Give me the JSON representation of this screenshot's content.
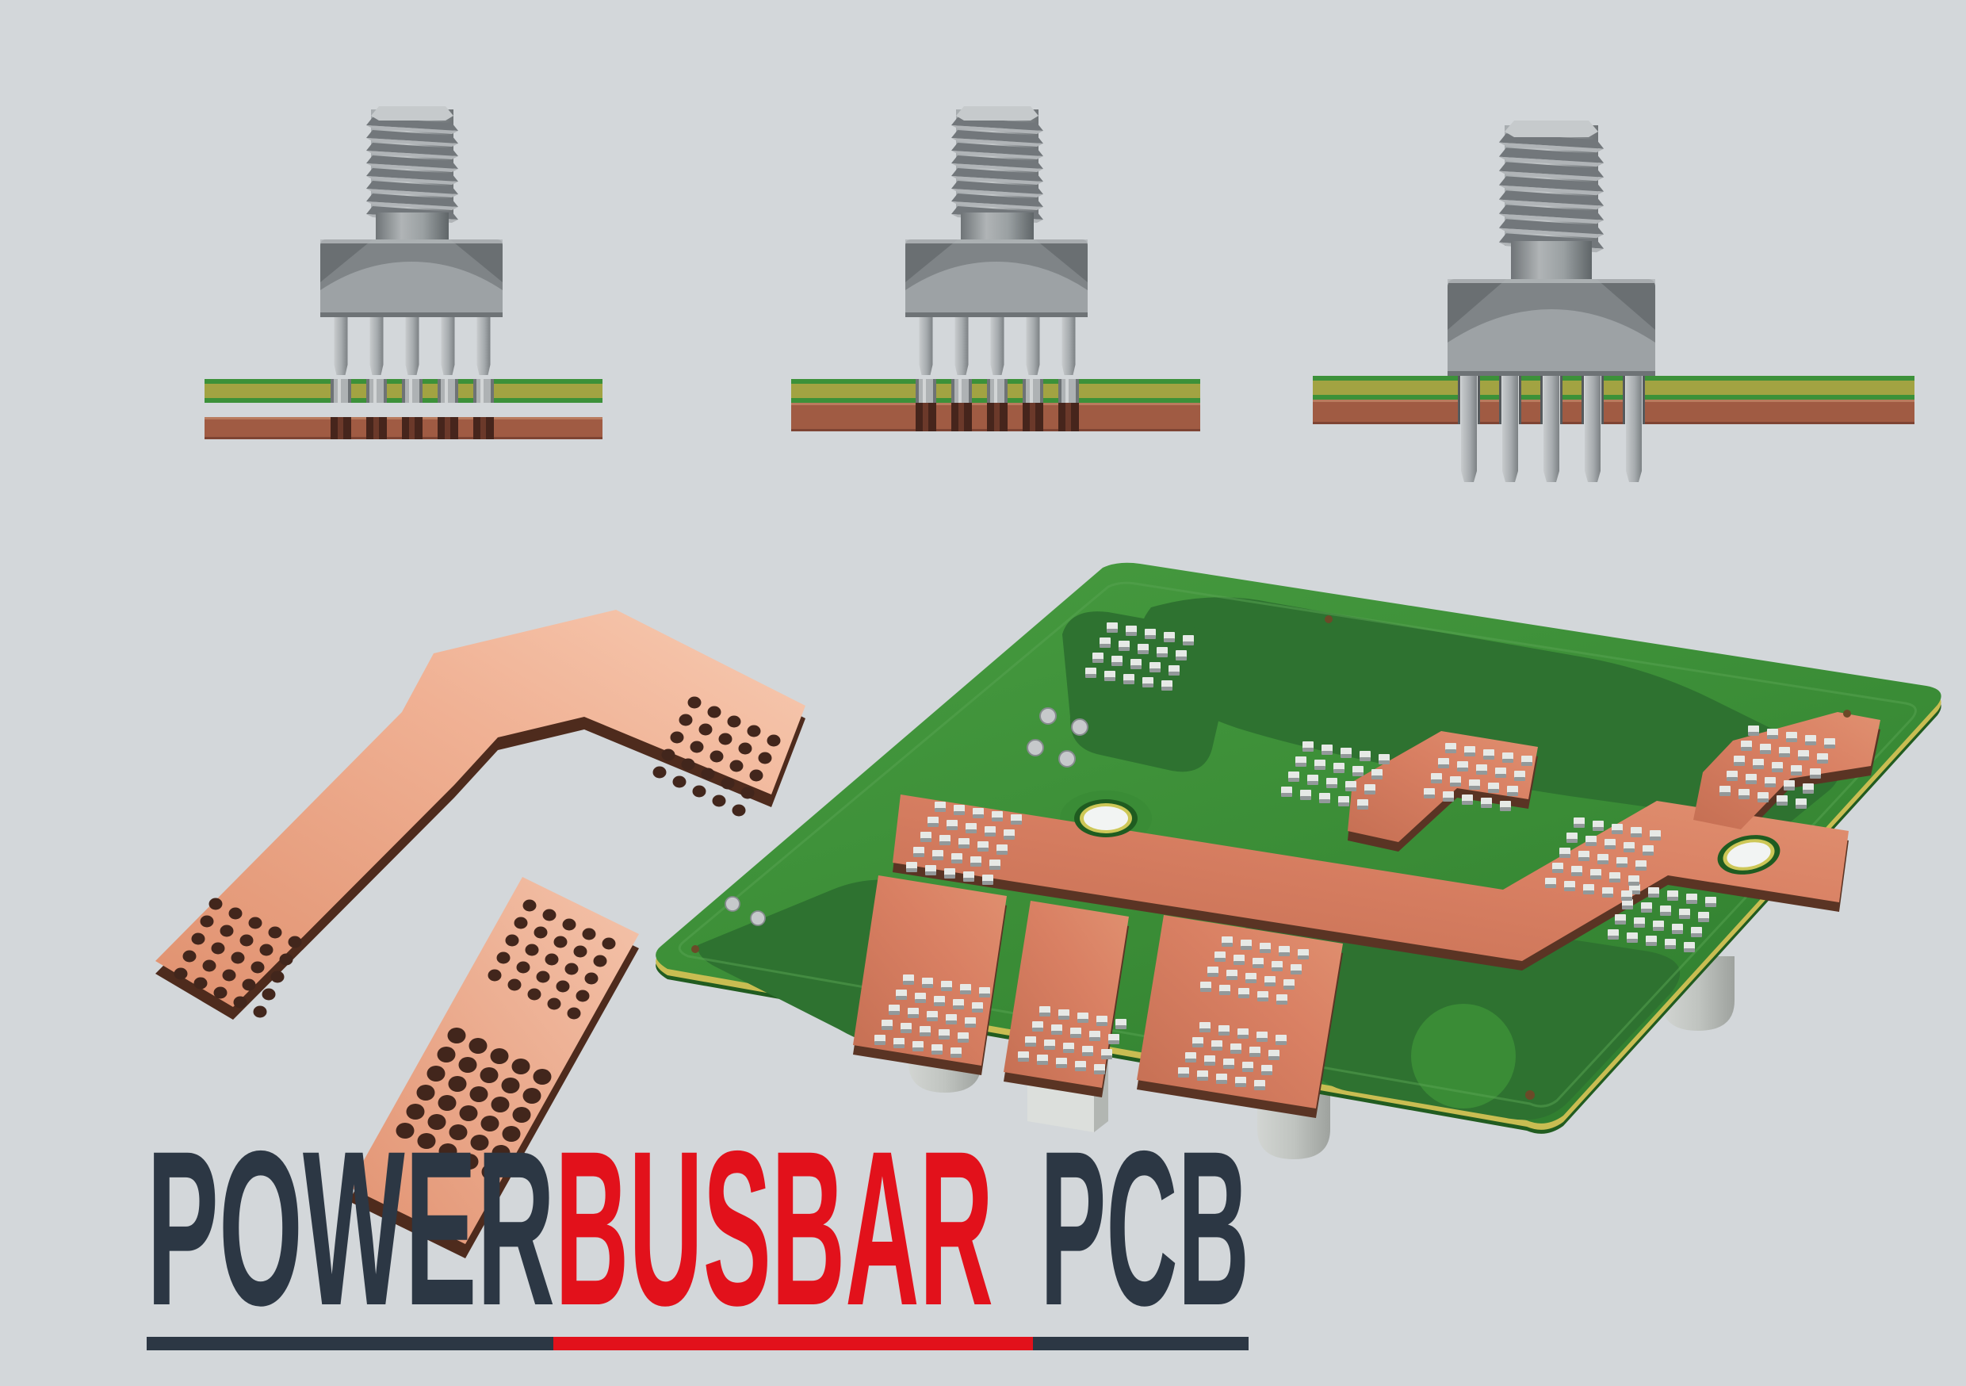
{
  "title": {
    "part1": "POWER",
    "part2": "BUSBAR",
    "part3": "PCB"
  },
  "colors": {
    "background": "#d3d7da",
    "title_navy": "#2c3744",
    "title_red": "#e2111b",
    "pcb_green": "#3a8c36",
    "pcb_green_dark": "#2e7230",
    "pcb_edge_yellow": "#c9bd52",
    "pcb_copper": "#d07a5e",
    "pcb_copper_edge": "#5a3424",
    "busbar_copper": "#eca98c",
    "busbar_copper_highlight": "#f7cbb2",
    "busbar_edge": "#4e2b1d",
    "metal_gray": "#9aa0a3",
    "cross_section_olive": "#a2a342",
    "cross_section_green": "#3c9139",
    "cross_section_copper": "#a05b43",
    "standoff_gray": "#c0c4c0"
  },
  "scene": {
    "connectors": [
      {
        "name": "press-fit-terminal-bolt",
        "pins": 5,
        "state": "above separated busbar and pcb layers"
      },
      {
        "name": "press-fit-terminal-bolt",
        "pins": 5,
        "state": "above stacked busbar and pcb layers"
      },
      {
        "name": "press-fit-terminal-bolt",
        "pins": 5,
        "state": "pressed through busbar pcb"
      }
    ],
    "busbars": [
      {
        "name": "bent-copper-busbar",
        "hole_grids": 2
      },
      {
        "name": "flat-copper-busbar",
        "hole_grids": 2
      }
    ],
    "pcb": {
      "name": "powerbusbar-pcb",
      "copper_traces": 6,
      "pin_grids": 11,
      "mounting_holes": 2,
      "standoffs": 4
    }
  }
}
